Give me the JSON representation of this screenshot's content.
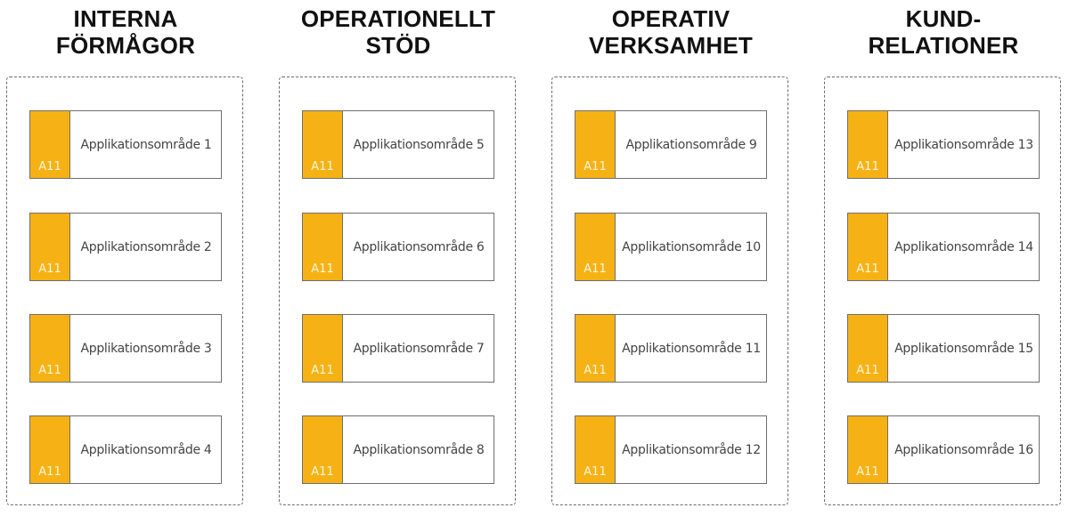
{
  "colors": {
    "tag": "#f6b214",
    "border": "#6f6f6f",
    "dashed": "#6b6b6b",
    "title": "#111111",
    "text": "#444444"
  },
  "columns": [
    {
      "title_line1": "INTERNA",
      "title_line2": "FÖRMÅGOR",
      "cards": [
        {
          "tag": "A11",
          "label": "Applikationsområde 1"
        },
        {
          "tag": "A11",
          "label": "Applikationsområde 2"
        },
        {
          "tag": "A11",
          "label": "Applikationsområde 3"
        },
        {
          "tag": "A11",
          "label": "Applikationsområde 4"
        }
      ]
    },
    {
      "title_line1": "OPERATIONELLT",
      "title_line2": "STÖD",
      "cards": [
        {
          "tag": "A11",
          "label": "Applikationsområde 5"
        },
        {
          "tag": "A11",
          "label": "Applikationsområde 6"
        },
        {
          "tag": "A11",
          "label": "Applikationsområde 7"
        },
        {
          "tag": "A11",
          "label": "Applikationsområde 8"
        }
      ]
    },
    {
      "title_line1": "OPERATIV",
      "title_line2": "VERKSAMHET",
      "cards": [
        {
          "tag": "A11",
          "label": "Applikationsområde 9"
        },
        {
          "tag": "A11",
          "label": "Applikationsområde 10"
        },
        {
          "tag": "A11",
          "label": "Applikationsområde 11"
        },
        {
          "tag": "A11",
          "label": "Applikationsområde 12"
        }
      ]
    },
    {
      "title_line1": "KUND-",
      "title_line2": "RELATIONER",
      "cards": [
        {
          "tag": "A11",
          "label": "Applikationsområde 13"
        },
        {
          "tag": "A11",
          "label": "Applikationsområde 14"
        },
        {
          "tag": "A11",
          "label": "Applikationsområde 15"
        },
        {
          "tag": "A11",
          "label": "Applikationsområde 16"
        }
      ]
    }
  ]
}
